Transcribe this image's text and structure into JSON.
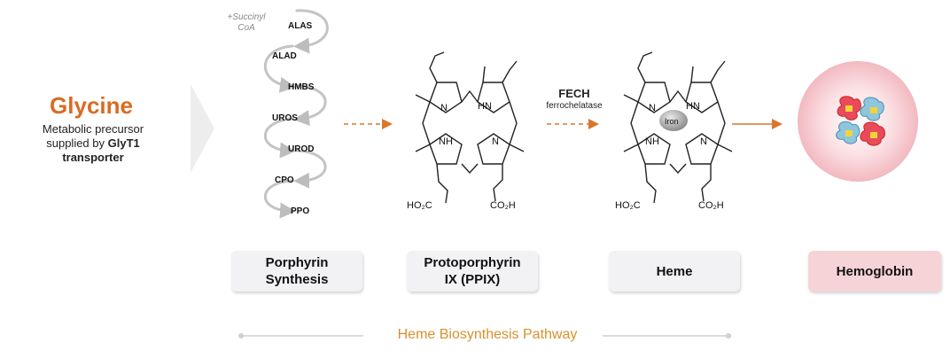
{
  "glycine": {
    "title": "Glycine",
    "desc_line1": "Metabolic precursor",
    "desc_line2_prefix": "supplied by ",
    "desc_line2_bold": "GlyT1",
    "desc_line3": "transporter"
  },
  "succinyl": {
    "line1": "+Succinyl",
    "line2": "CoA"
  },
  "enzymes": [
    "ALAS",
    "ALAD",
    "HMBS",
    "UROS",
    "UROD",
    "CPO",
    "PPO"
  ],
  "fech": {
    "name": "FECH",
    "sub": "ferrochelatase"
  },
  "iron_label": "Iron",
  "molecule": {
    "hn": "HN",
    "nh": "NH",
    "n": "N",
    "left_acid": "HO₂C",
    "right_acid": "CO₂H"
  },
  "cards": {
    "porphyrin_line1": "Porphyrin",
    "porphyrin_line2": "Synthesis",
    "ppix_line1": "Protoporphyrin",
    "ppix_line2": "IX (PPIX)",
    "heme": "Heme",
    "hemoglobin": "Hemoglobin"
  },
  "pathway_label": "Heme Biosynthesis Pathway",
  "colors": {
    "glycine": "#d96b22",
    "arrow": "#d9772e",
    "pathway_label": "#d9902c",
    "card_bg": "#f2f2f4",
    "hemoglobin_card": "#f6d3d6"
  }
}
